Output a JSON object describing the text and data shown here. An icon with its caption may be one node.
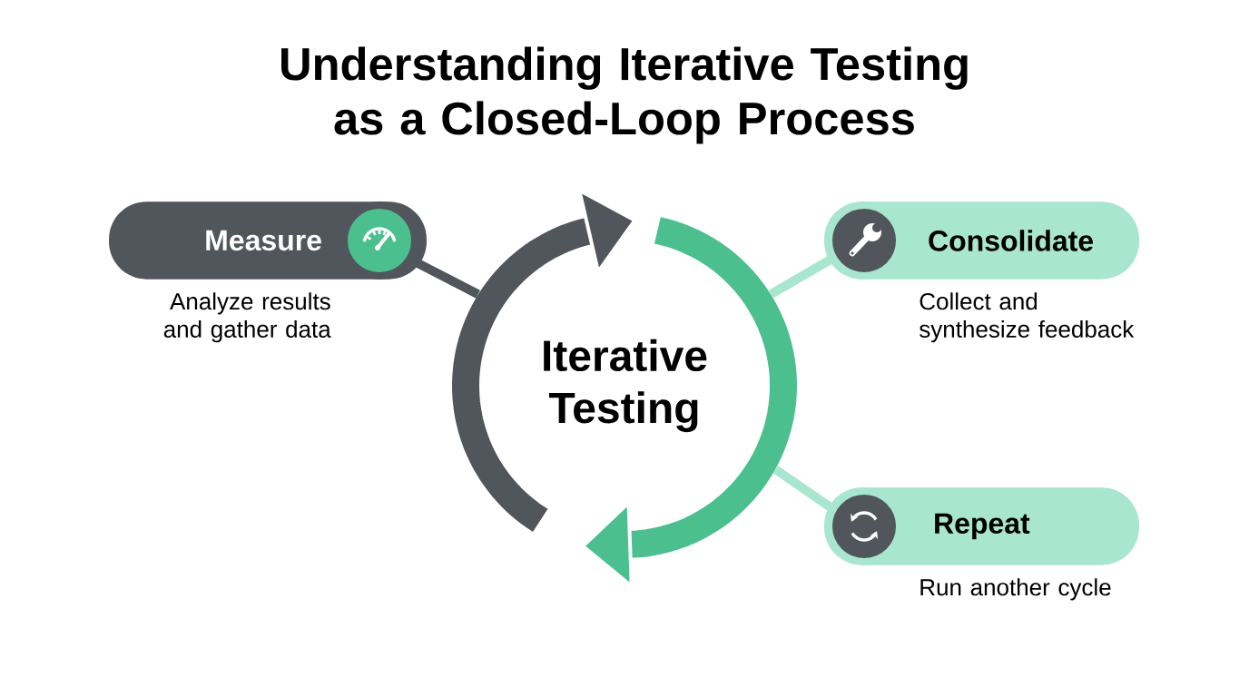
{
  "diagram": {
    "title": "Understanding Iterative Testing as a Closed-Loop Process",
    "nodes": [
      {
        "text": [
          "Measure"
        ],
        "beside": [
          "Analyze results and gather data"
        ]
      },
      {
        "text": [
          "Consolidate"
        ],
        "beside": [
          "Collect and synthesize feedback"
        ]
      },
      {
        "text": [
          "Repeat"
        ],
        "beside": [
          "Run another cycle"
        ]
      },
      {
        "text": [
          "Iterative Testing"
        ]
      }
    ],
    "edges": [
      {
        "from": 0,
        "to": 3,
        "arrow": "none",
        "color": "#50565c"
      },
      {
        "from": 1,
        "to": 3,
        "arrow": "none"
      },
      {
        "from": 2,
        "to": 3,
        "arrow": "none"
      }
    ]
  }
}
